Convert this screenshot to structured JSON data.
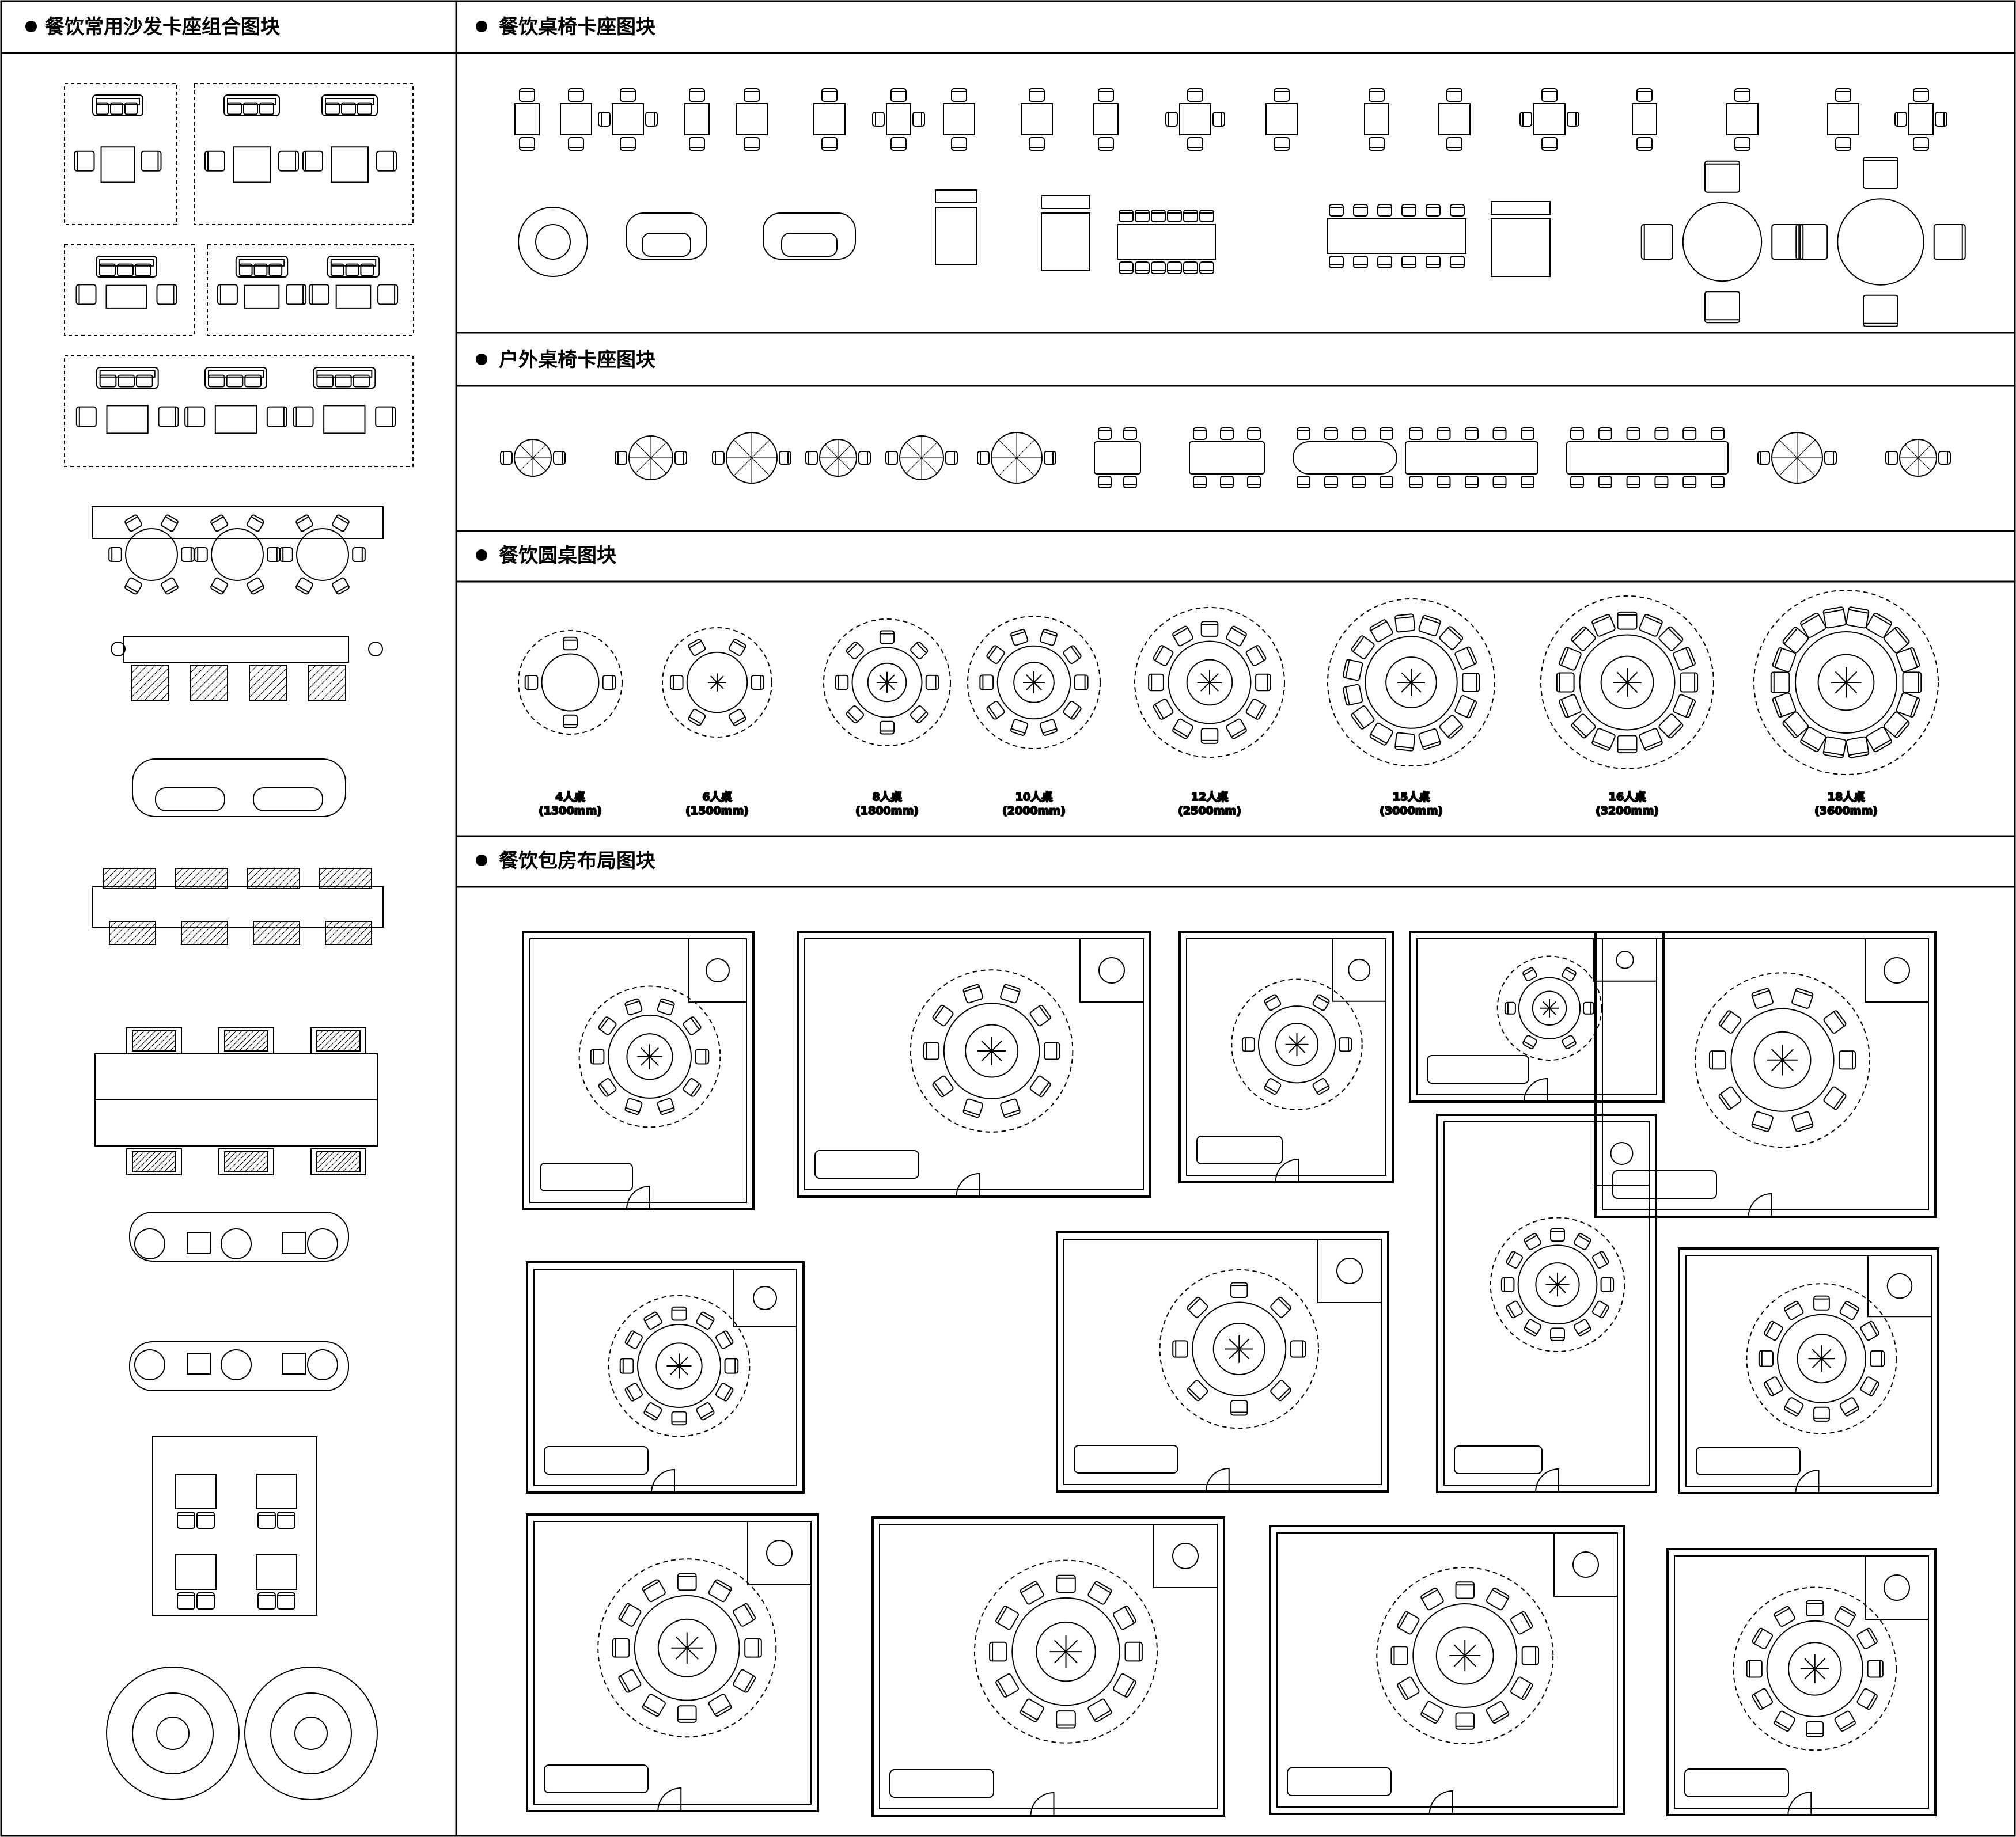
{
  "left_panel": {
    "title": "餐饮常用沙发卡座组合图块"
  },
  "sections": [
    {
      "id": "dining-booth",
      "title": "餐饮桌椅卡座图块"
    },
    {
      "id": "outdoor-booth",
      "title": "户外桌椅卡座图块"
    },
    {
      "id": "round-table",
      "title": "餐饮圆桌图块"
    },
    {
      "id": "private-room",
      "title": "餐饮包房布局图块"
    }
  ],
  "round_tables": [
    {
      "people": "4人桌",
      "size": "(1300mm)",
      "seats": 4
    },
    {
      "people": "6人桌",
      "size": "(1500mm)",
      "seats": 6
    },
    {
      "people": "8人桌",
      "size": "(1800mm)",
      "seats": 8
    },
    {
      "people": "10人桌",
      "size": "(2000mm)",
      "seats": 10
    },
    {
      "people": "12人桌",
      "size": "(2500mm)",
      "seats": 12
    },
    {
      "people": "15人桌",
      "size": "(3000mm)",
      "seats": 15
    },
    {
      "people": "16人桌",
      "size": "(3200mm)",
      "seats": 16
    },
    {
      "people": "18人桌",
      "size": "(3600mm)",
      "seats": 18
    }
  ],
  "colors": {
    "line": "#000000",
    "background": "#ffffff",
    "hatch": "#555555"
  }
}
